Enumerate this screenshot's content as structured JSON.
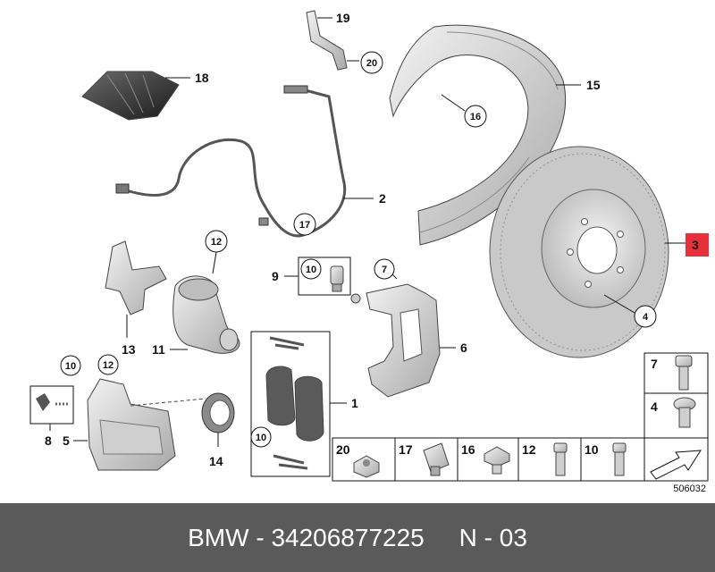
{
  "diagram_id": "506032",
  "footer": {
    "brand": "BMW",
    "separator": " - ",
    "part_number": "34206877225",
    "gap": "     ",
    "page": "N - 03"
  },
  "callouts": {
    "c1": "1",
    "c2": "2",
    "c3": "3",
    "c4": "4",
    "c5": "5",
    "c6": "6",
    "c7": "7",
    "c8": "8",
    "c9": "9",
    "c10a": "10",
    "c10b": "10",
    "c10c": "10",
    "c11": "11",
    "c12a": "12",
    "c12b": "12",
    "c13": "13",
    "c14": "14",
    "c15": "15",
    "c16": "16",
    "c17": "17",
    "c18": "18",
    "c19": "19",
    "c20": "20"
  },
  "grid_labels": {
    "g7": "7",
    "g4": "4",
    "g20": "20",
    "g17": "17",
    "g16": "16",
    "g12": "12",
    "g10": "10"
  },
  "colors": {
    "highlight": "#e8303a",
    "footer_bg": "#5a5a5a",
    "part_fill": "#d8d8d8"
  }
}
